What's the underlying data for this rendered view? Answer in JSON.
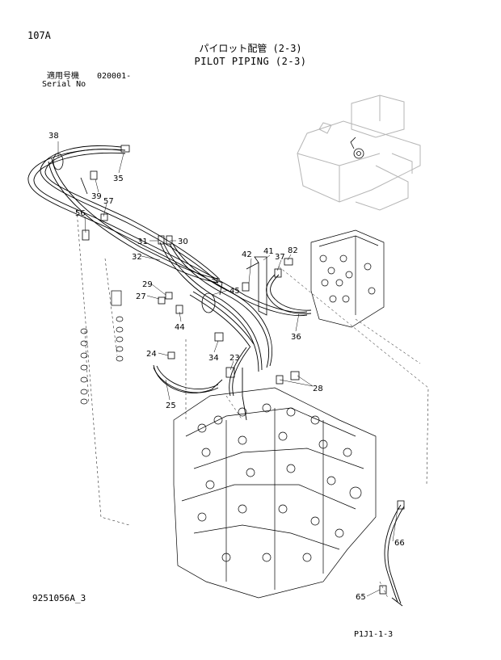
{
  "header": {
    "page_code": "107A",
    "title_ja": "パイロット配管 (2-3)",
    "title_en": "PILOT PIPING (2-3)",
    "serial_label_ja": "適用号機",
    "serial_value": "020001-",
    "serial_label_en": "Serial No"
  },
  "footer": {
    "drawing_code": "9251056A_3",
    "sheet_code": "P1J1-1-3"
  },
  "callouts": [
    {
      "id": "c38",
      "label": "38"
    },
    {
      "id": "c35",
      "label": "35"
    },
    {
      "id": "c39",
      "label": "39"
    },
    {
      "id": "c57",
      "label": "57"
    },
    {
      "id": "c56",
      "label": "56"
    },
    {
      "id": "c31",
      "label": "31"
    },
    {
      "id": "c30",
      "label": "30"
    },
    {
      "id": "c32",
      "label": "32"
    },
    {
      "id": "c42",
      "label": "42"
    },
    {
      "id": "c41",
      "label": "41"
    },
    {
      "id": "c37",
      "label": "37"
    },
    {
      "id": "c82",
      "label": "82"
    },
    {
      "id": "c29",
      "label": "29"
    },
    {
      "id": "c45",
      "label": "45"
    },
    {
      "id": "c27",
      "label": "27"
    },
    {
      "id": "c44",
      "label": "44"
    },
    {
      "id": "c36",
      "label": "36"
    },
    {
      "id": "c24",
      "label": "24"
    },
    {
      "id": "c34",
      "label": "34"
    },
    {
      "id": "c23",
      "label": "23"
    },
    {
      "id": "c28",
      "label": "28"
    },
    {
      "id": "c25",
      "label": "25"
    },
    {
      "id": "c66",
      "label": "66"
    },
    {
      "id": "c65",
      "label": "65"
    }
  ]
}
